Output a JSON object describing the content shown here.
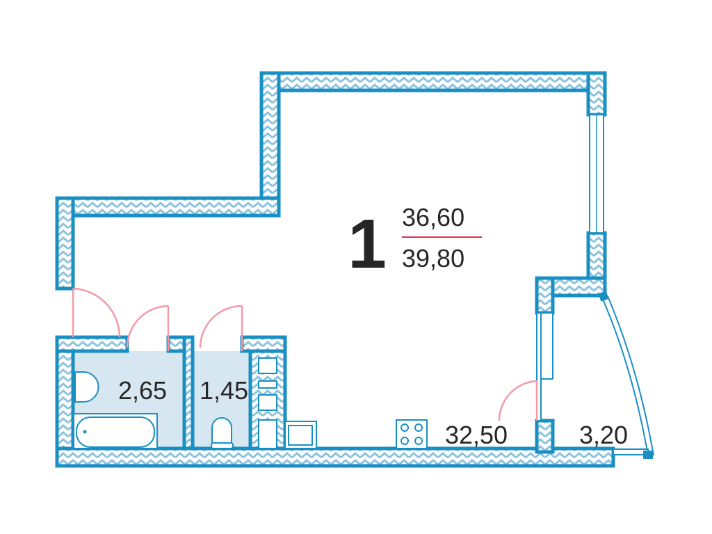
{
  "plan": {
    "rooms_count": "1",
    "living_area": "36,60",
    "total_area": "39,80",
    "rooms": [
      {
        "name": "bathroom",
        "area": "2,65"
      },
      {
        "name": "toilet",
        "area": "1,45"
      },
      {
        "name": "main-room",
        "area": "32,50"
      },
      {
        "name": "balcony",
        "area": "3,20"
      }
    ],
    "colors": {
      "wall": "#1a8fc4",
      "wet_zone": "#d6e7f1",
      "door": "#f29aa8",
      "divider": "#e0334b"
    }
  }
}
